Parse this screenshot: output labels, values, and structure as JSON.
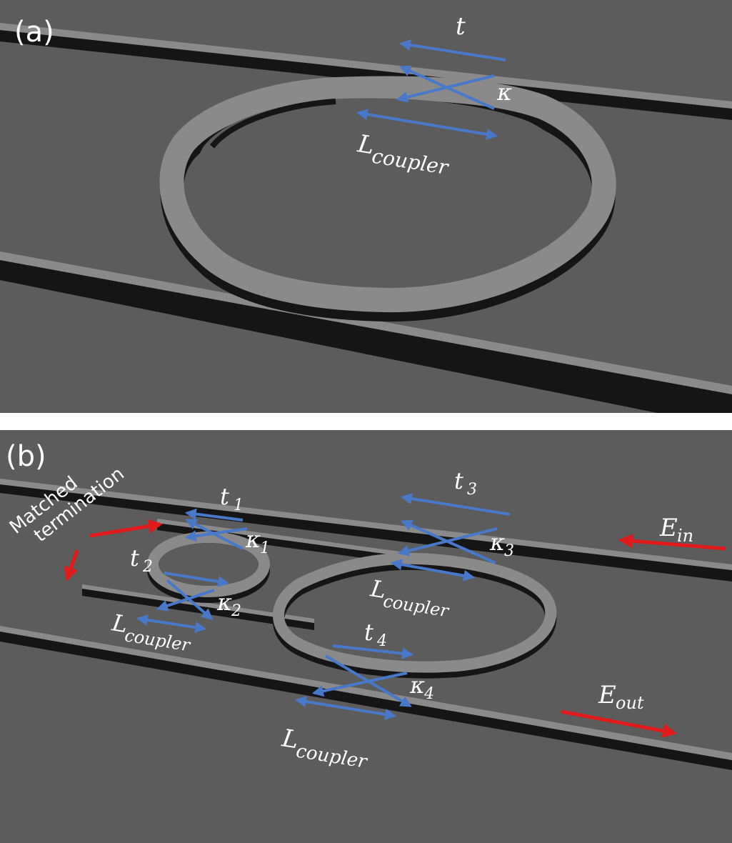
{
  "colors": {
    "background": "#5c5c5c",
    "waveguide_top": "#8a8a8a",
    "waveguide_side": "#151515",
    "arrow_blue": "#4a78c8",
    "arrow_red": "#e01a1a",
    "text": "#ffffff"
  },
  "panel_a": {
    "label": "(a)",
    "t": "t",
    "kappa": "κ",
    "L_main": "L",
    "L_sub": "coupler"
  },
  "panel_b": {
    "label": "(b)",
    "matched_line1": "Matched",
    "matched_line2": "termination",
    "t1_main": "t",
    "t1_sub": "1",
    "t2_main": "t",
    "t2_sub": "2",
    "t3_main": "t",
    "t3_sub": "3",
    "t4_main": "t",
    "t4_sub": "4",
    "k1_main": "κ",
    "k1_sub": "1",
    "k2_main": "κ",
    "k2_sub": "2",
    "k3_main": "κ",
    "k3_sub": "3",
    "k4_main": "κ",
    "k4_sub": "4",
    "L_main": "L",
    "L_sub": "coupler",
    "Ein_main": "E",
    "Ein_sub": "in",
    "Eout_main": "E",
    "Eout_sub": "out"
  }
}
